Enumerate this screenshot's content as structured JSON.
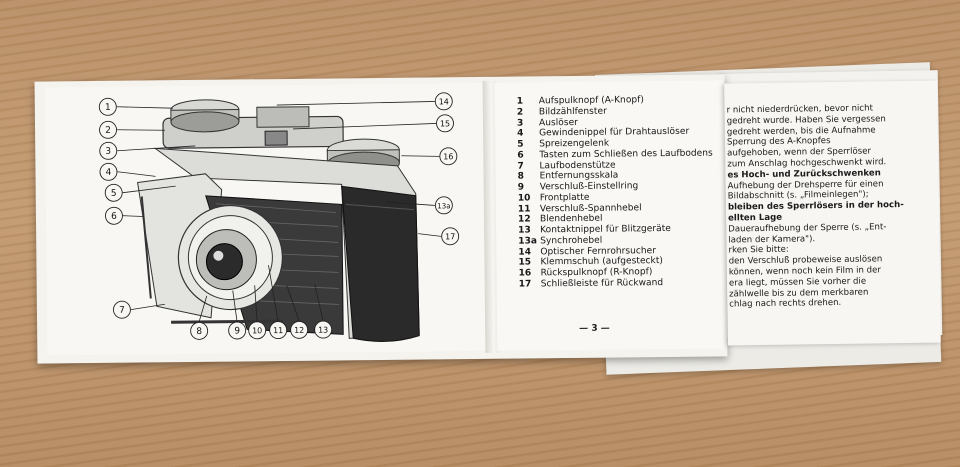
{
  "page_number": "— 3 —",
  "callouts": [
    "1",
    "2",
    "3",
    "4",
    "5",
    "6",
    "7",
    "8",
    "9",
    "10",
    "11",
    "12",
    "13",
    "13a",
    "14",
    "15",
    "16",
    "17"
  ],
  "legend": [
    {
      "num": "1",
      "text": "Aufspulknopf (A-Knopf)"
    },
    {
      "num": "2",
      "text": "Bildzählfenster"
    },
    {
      "num": "3",
      "text": "Auslöser"
    },
    {
      "num": "4",
      "text": "Gewindenippel für Drahtauslöser"
    },
    {
      "num": "5",
      "text": "Spreizengelenk"
    },
    {
      "num": "6",
      "text": "Tasten zum Schließen des Laufbodens"
    },
    {
      "num": "7",
      "text": "Laufbodenstütze"
    },
    {
      "num": "8",
      "text": "Entfernungsskala"
    },
    {
      "num": "9",
      "text": "Verschluß-Einstellring"
    },
    {
      "num": "10",
      "text": "Frontplatte"
    },
    {
      "num": "11",
      "text": "Verschluß-Spannhebel"
    },
    {
      "num": "12",
      "text": "Blendenhebel"
    },
    {
      "num": "13",
      "text": "Kontaktnippel für Blitzgeräte"
    },
    {
      "num": "13a",
      "text": "Synchrohebel"
    },
    {
      "num": "14",
      "text": "Optischer Fernrohrsucher"
    },
    {
      "num": "15",
      "text": "Klemmschuh (aufgesteckt)"
    },
    {
      "num": "16",
      "text": "Rückspulknopf (R-Knopf)"
    },
    {
      "num": "17",
      "text": "Schließleiste für Rückwand"
    }
  ],
  "insert_lines": [
    {
      "text": "r nicht niederdrücken, bevor nicht",
      "bold": false
    },
    {
      "text": "gedreht wurde. Haben Sie vergessen",
      "bold": false
    },
    {
      "text": "gedreht werden, bis die Aufnahme",
      "bold": false
    },
    {
      "text": "Sperrung des A-Knopfes",
      "bold": false
    },
    {
      "text": "aufgehoben, wenn der Sperrlöser",
      "bold": false
    },
    {
      "text": "zum Anschlag hochgeschwenkt wird.",
      "bold": false
    },
    {
      "text": "es Hoch- und Zurückschwenken",
      "bold": true
    },
    {
      "text": "Aufhebung der Drehsperre für einen",
      "bold": false
    },
    {
      "text": "Bildabschnitt (s. „Filmeinlegen\");",
      "bold": false
    },
    {
      "text": "bleiben des Sperrlösers in der hoch-",
      "bold": true
    },
    {
      "text": "ellten Lage",
      "bold": true
    },
    {
      "text": "Daueraufhebung der Sperre (s. „Ent-",
      "bold": false
    },
    {
      "text": "laden der Kamera\").",
      "bold": false
    },
    {
      "text": "rken Sie bitte:",
      "bold": false
    },
    {
      "text": "den Verschluß probeweise auslösen",
      "bold": false
    },
    {
      "text": "können, wenn noch kein Film in der",
      "bold": false
    },
    {
      "text": "era liegt, müssen Sie vorher die",
      "bold": false
    },
    {
      "text": "zählwelle bis zu dem merkbaren",
      "bold": false
    },
    {
      "text": "chlag nach rechts drehen.",
      "bold": false
    }
  ]
}
